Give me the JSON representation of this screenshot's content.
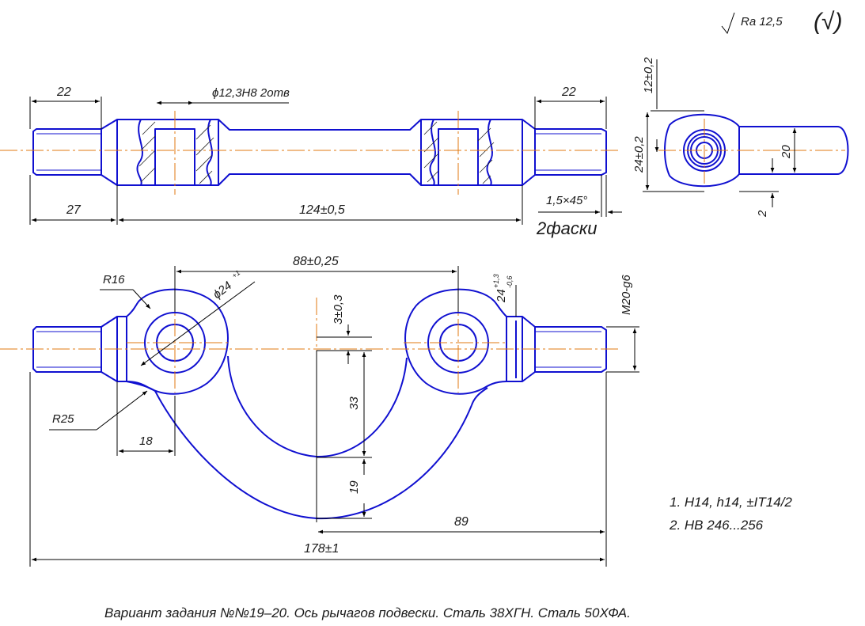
{
  "roughness": {
    "main": "Ra 12,5",
    "other": "(√)"
  },
  "front_view": {
    "dims": {
      "left_thread_len": "22",
      "hole_callout": "ϕ12,3H8 2отв",
      "right_thread_len": "22",
      "left_len": "27",
      "center_len": "124±0,5",
      "chamfer": "1,5×45°",
      "chamfer_note": "2фаски"
    }
  },
  "side_view": {
    "dims": {
      "top": "12±0,2",
      "height": "24±0,2",
      "width": "20",
      "bottom": "2"
    }
  },
  "top_view": {
    "dims": {
      "center_dist": "88±0,25",
      "radius_small": "R16",
      "eye_diam": "ϕ24",
      "eye_tol_up": "+1",
      "offset": "3±0,3",
      "eye_height": "24",
      "eye_height_tol_up": "+1,3",
      "eye_height_tol_low": "-0,6",
      "thread": "M20-g6",
      "radius_large": "R25",
      "left_shank": "18",
      "arc_inner": "33",
      "arc_thick": "19",
      "half_len": "89",
      "overall": "178±1"
    }
  },
  "notes": {
    "line1": "1. H14, h14, ±IT14/2",
    "line2": "2. HB 246...256"
  },
  "caption": "Вариант задания №№19–20. Ось рычагов подвески. Сталь 38ХГН. Сталь 50ХФА."
}
